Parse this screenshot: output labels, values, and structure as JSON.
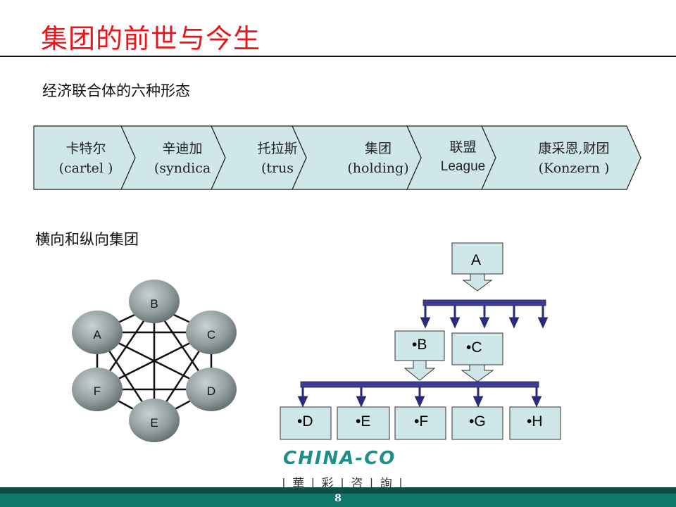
{
  "title": "集团的前世与今生",
  "subtitle_forms": "经济联合体的六种形态",
  "chevrons": [
    {
      "line1": "卡特尔",
      "line2": "(cartel )"
    },
    {
      "line1": "辛迪加",
      "line2": "(syndica"
    },
    {
      "line1": "托拉斯",
      "line2": "(trus"
    },
    {
      "line1": "集团",
      "line2": "(holding)"
    },
    {
      "line1": "联盟",
      "line2": "League"
    },
    {
      "line1": "康采恩,财团",
      "line2": "(Konzern )"
    }
  ],
  "subtitle_groups": "横向和纵向集团",
  "network": {
    "nodes": [
      "B",
      "A",
      "C",
      "F",
      "D",
      "E"
    ]
  },
  "tree": {
    "root": "A",
    "middle": [
      "•B",
      "•C"
    ],
    "leaves": [
      "•D",
      "•E",
      "•F",
      "•G",
      "•H"
    ]
  },
  "logo": {
    "name": "CHINA-CO",
    "sub": "| 華 | 彩 | 咨 | 詢 |"
  },
  "page_number": "8",
  "colors": {
    "title": "#e8161b",
    "chevron_fill": "#cfe7e8",
    "node_fill": "#8e9b9d",
    "bracket": "#33338f",
    "footer": "#0f7a6c"
  }
}
